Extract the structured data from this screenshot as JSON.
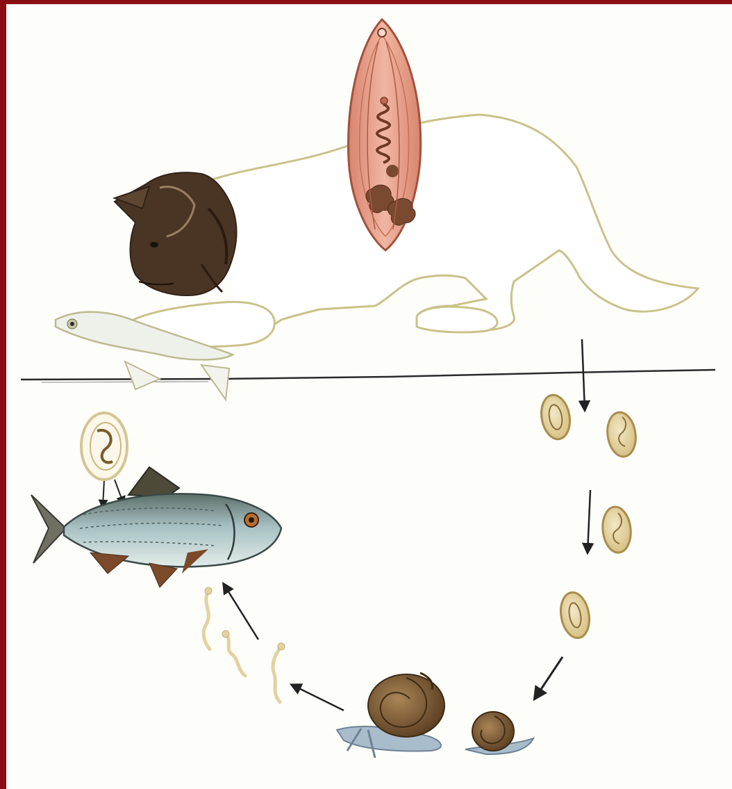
{
  "figure": {
    "type": "life-cycle-illustration",
    "stages": [
      {
        "name": "adult-fluke",
        "host": "cat"
      },
      {
        "name": "eggs"
      },
      {
        "name": "first-intermediate-host",
        "host": "snail"
      },
      {
        "name": "cercariae"
      },
      {
        "name": "second-intermediate-host",
        "host": "fish"
      },
      {
        "name": "metacercaria-cyst"
      }
    ]
  },
  "colors": {
    "frame": "#8b0d14",
    "fluke_body": "#e9a490",
    "fluke_outline": "#b8604a",
    "organs": "#7a4a30",
    "egg": "#e6d6a4",
    "egg_outline": "#b39a58",
    "fish_body": "#8fa7a8",
    "fish_fin": "#7b4a2a",
    "snail_shell": "#7b5a35",
    "snail_foot": "#9fb4c4",
    "cat_fur": "#4a3524",
    "arrow": "#222222",
    "outline": "#c8c08c"
  }
}
